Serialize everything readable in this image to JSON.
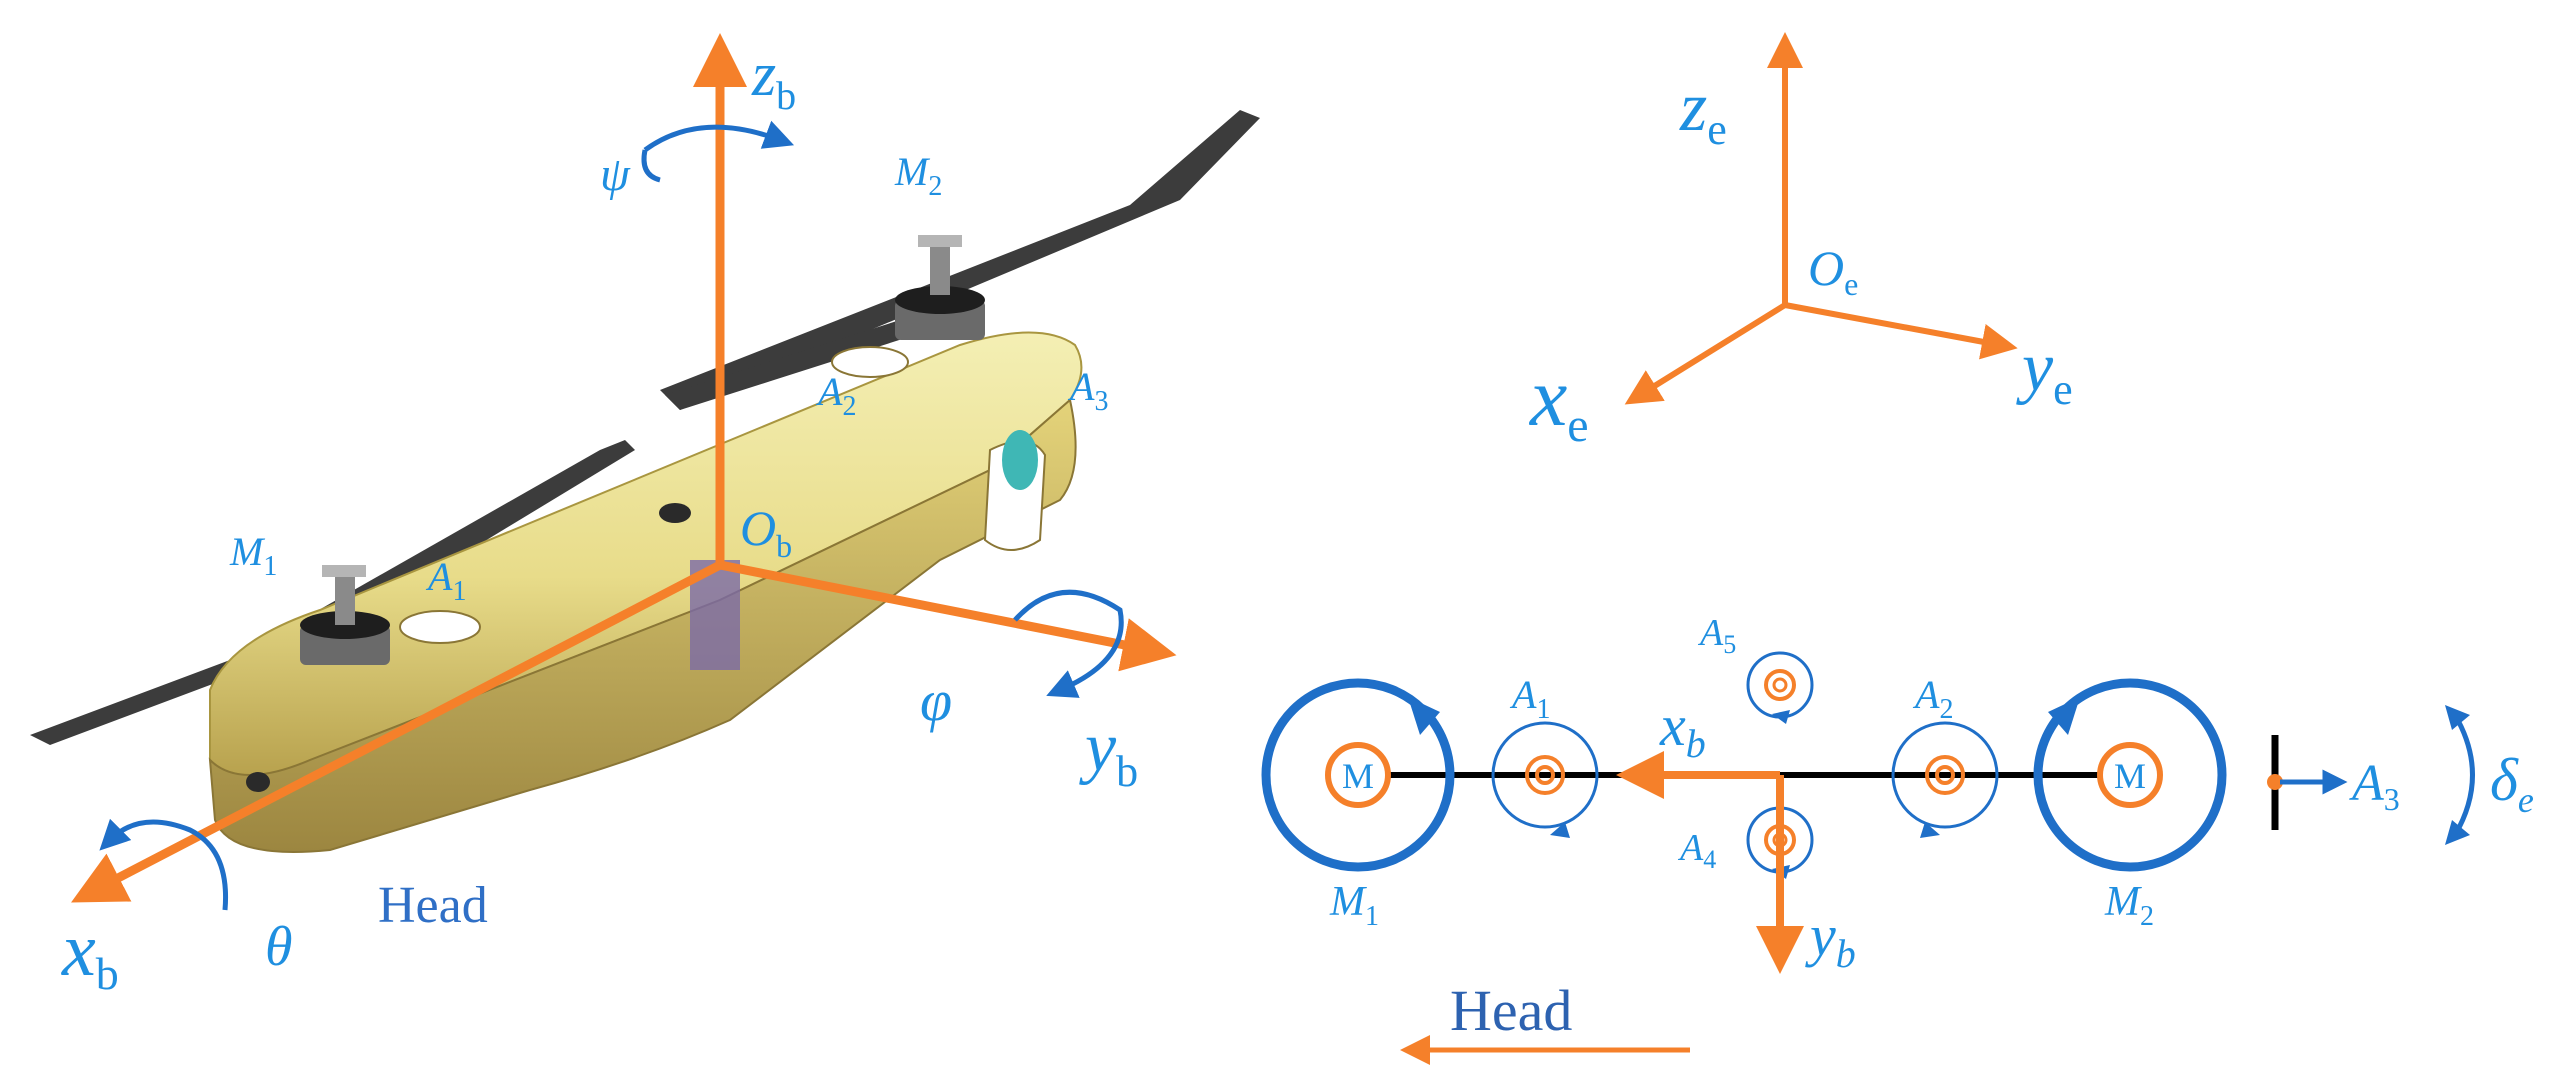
{
  "colors": {
    "axis": "#f5802a",
    "label": "#1f8fe0",
    "rotation_arrow": "#1f6fc8",
    "body_yellow": "#eee79a",
    "body_shadow": "#c9b65a",
    "blade": "#3c3c3c"
  },
  "left_view": {
    "axes": {
      "zb": {
        "main": "z",
        "sub": "b"
      },
      "yb": {
        "main": "y",
        "sub": "b"
      },
      "xb": {
        "main": "x",
        "sub": "b"
      }
    },
    "origin": {
      "main": "O",
      "sub": "b"
    },
    "angles": {
      "psi": "ψ",
      "phi": "φ",
      "theta": "θ"
    },
    "motors": [
      {
        "main": "M",
        "sub": "1"
      },
      {
        "main": "M",
        "sub": "2"
      }
    ],
    "actuators": [
      {
        "main": "A",
        "sub": "1"
      },
      {
        "main": "A",
        "sub": "2"
      },
      {
        "main": "A",
        "sub": "3"
      }
    ],
    "head_label": "Head"
  },
  "earth_frame": {
    "origin": {
      "main": "O",
      "sub": "e"
    },
    "ze": {
      "main": "z",
      "sub": "e"
    },
    "ye": {
      "main": "y",
      "sub": "e"
    },
    "xe": {
      "main": "x",
      "sub": "e"
    }
  },
  "top_view": {
    "motor_symbol": "M",
    "motors": [
      {
        "main": "M",
        "sub": "1"
      },
      {
        "main": "M",
        "sub": "2"
      }
    ],
    "actuators": [
      {
        "main": "A",
        "sub": "1"
      },
      {
        "main": "A",
        "sub": "2"
      },
      {
        "main": "A",
        "sub": "3"
      },
      {
        "main": "A",
        "sub": "4"
      },
      {
        "main": "A",
        "sub": "5"
      }
    ],
    "xb": {
      "main": "x",
      "sub": "b"
    },
    "yb": {
      "main": "y",
      "sub": "b"
    },
    "delta": {
      "main": "δ",
      "sub": "e"
    },
    "head_label": "Head"
  }
}
